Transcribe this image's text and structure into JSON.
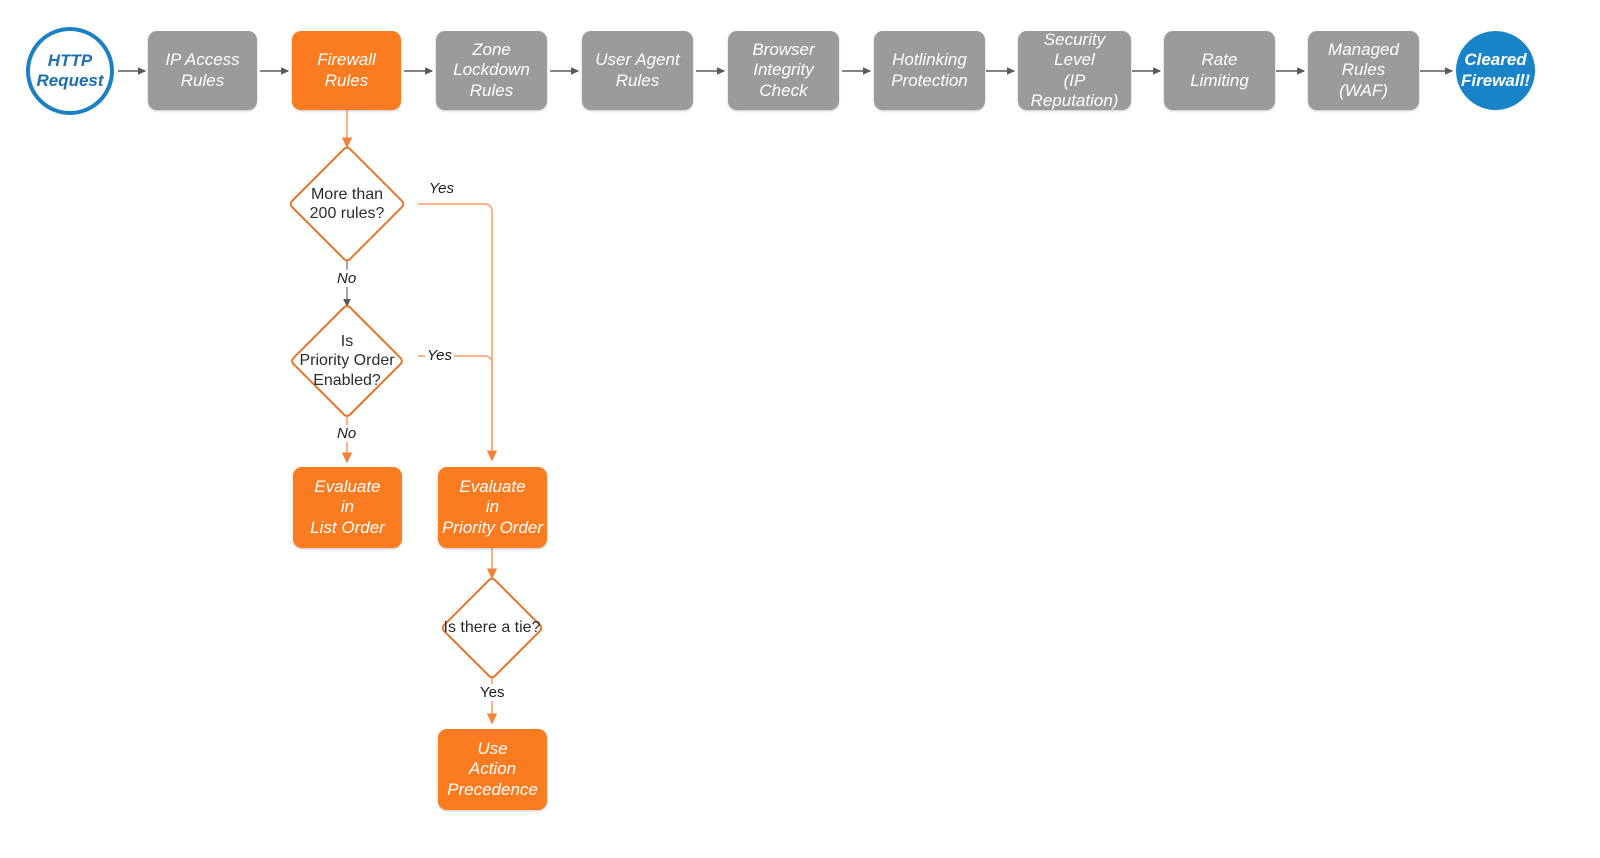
{
  "diagram": {
    "title": "Cloudflare Firewall Rules Evaluation Order",
    "colors": {
      "gray": "#9b9b9b",
      "orange": "#fb7b21",
      "orange_border": "#e4752a",
      "orange_light": "#f9a97a",
      "blue": "#1884c7",
      "blue_border": "#1c81c4",
      "arrow_gray": "#5a5a5a",
      "background": "#ffffff"
    }
  },
  "pipeline": {
    "start": {
      "label": "HTTP\nRequest",
      "shape": "circle",
      "style": "hollow-blue"
    },
    "steps": [
      {
        "label": "IP Access\nRules",
        "shape": "box",
        "style": "gray"
      },
      {
        "label": "Firewall\nRules",
        "shape": "box",
        "style": "orange"
      },
      {
        "label": "Zone\nLockdown\nRules",
        "shape": "box",
        "style": "gray"
      },
      {
        "label": "User Agent\nRules",
        "shape": "box",
        "style": "gray"
      },
      {
        "label": "Browser\nIntegrity\nCheck",
        "shape": "box",
        "style": "gray"
      },
      {
        "label": "Hotlinking\nProtection",
        "shape": "box",
        "style": "gray"
      },
      {
        "label": "Security\nLevel\n(IP Reputation)",
        "shape": "box",
        "style": "gray"
      },
      {
        "label": "Rate\nLimiting",
        "shape": "box",
        "style": "gray"
      },
      {
        "label": "Managed\nRules\n(WAF)",
        "shape": "box",
        "style": "gray"
      }
    ],
    "end": {
      "label": "Cleared\nFirewall!",
      "shape": "circle",
      "style": "filled-blue"
    }
  },
  "branch": {
    "decisions": [
      {
        "id": "more-than-200-rules",
        "label": "More than\n200 rules?"
      },
      {
        "id": "is-priority-order-enabled",
        "label": "Is\nPriority Order\nEnabled?"
      },
      {
        "id": "is-there-a-tie",
        "label": "Is there a tie?"
      }
    ],
    "outcomes": [
      {
        "id": "evaluate-in-list-order",
        "label": "Evaluate\nin\nList Order"
      },
      {
        "id": "evaluate-in-priority-order",
        "label": "Evaluate\nin\nPriority Order"
      },
      {
        "id": "use-action-precedence",
        "label": "Use\nAction\nPrecedence"
      }
    ],
    "edge_labels": {
      "yes_200": "Yes",
      "no_200": "No",
      "yes_priority": "Yes",
      "no_priority": "No",
      "yes_tie": "Yes"
    }
  }
}
